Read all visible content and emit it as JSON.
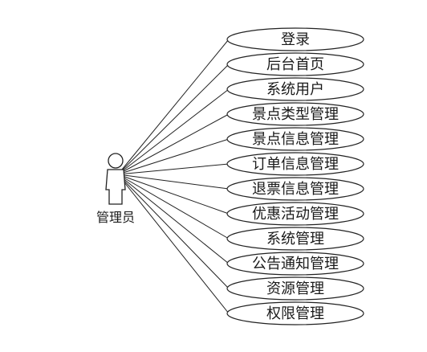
{
  "actor": {
    "label": "管理员"
  },
  "use_cases": [
    "登录",
    "后台首页",
    "系统用户",
    "景点类型管理",
    "景点信息管理",
    "订单信息管理",
    "退票信息管理",
    "优惠活动管理",
    "系统管理",
    "公告通知管理",
    "资源管理",
    "权限管理"
  ]
}
